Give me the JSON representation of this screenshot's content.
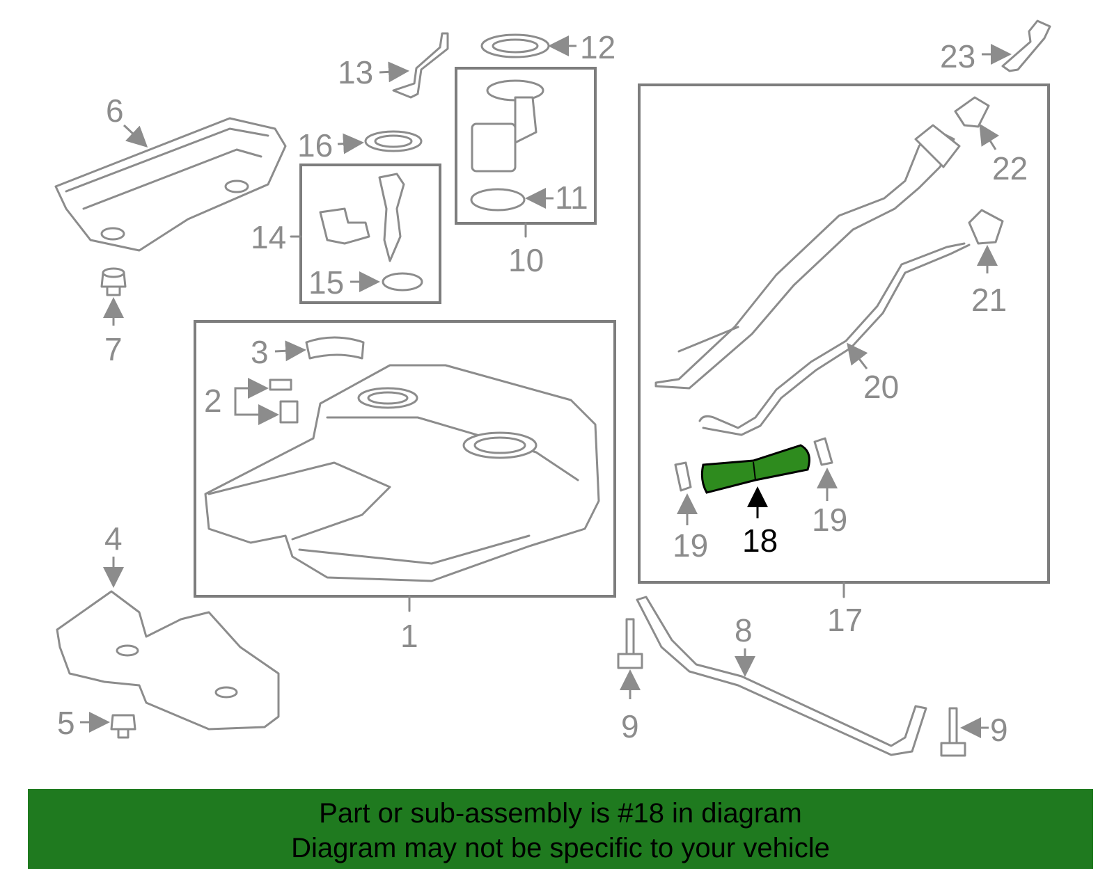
{
  "callouts": {
    "c1": "1",
    "c2": "2",
    "c3": "3",
    "c4": "4",
    "c5": "5",
    "c6": "6",
    "c7": "7",
    "c8": "8",
    "c9a": "9",
    "c9b": "9",
    "c10": "10",
    "c11": "11",
    "c12": "12",
    "c13": "13",
    "c14": "14",
    "c15": "15",
    "c16": "16",
    "c17": "17",
    "c18": "18",
    "c19a": "19",
    "c19b": "19",
    "c20": "20",
    "c21": "21",
    "c22": "22",
    "c23": "23"
  },
  "highlight": {
    "part": "18",
    "color": "#1f7a1f"
  },
  "banner": {
    "line1": "Part or sub-assembly is #18 in diagram",
    "line2": "Diagram may not be specific to your vehicle",
    "background": "#1f7a1f"
  }
}
